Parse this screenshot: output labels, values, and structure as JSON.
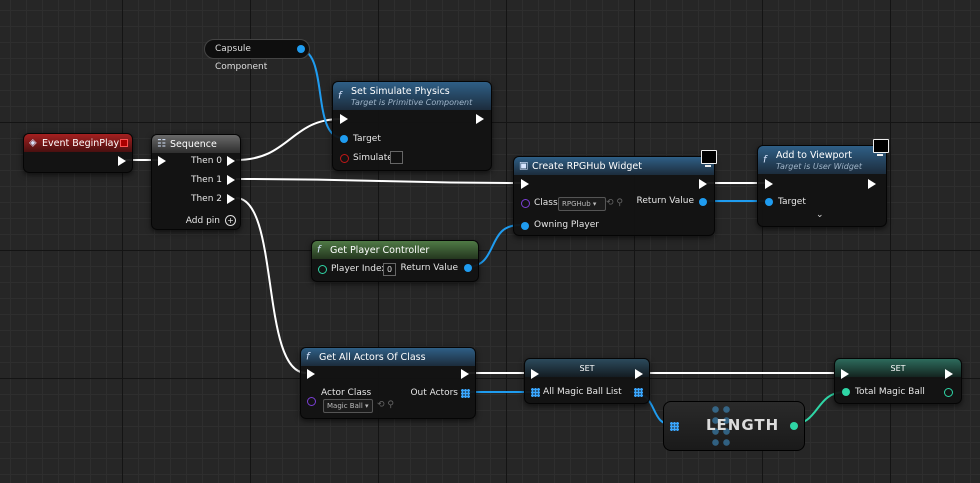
{
  "nodes": {
    "event_begin_play": {
      "title": "Event BeginPlay"
    },
    "capsule_component": {
      "label": "Capsule Component"
    },
    "set_simulate_physics": {
      "title": "Set Simulate Physics",
      "subtitle": "Target is Primitive Component",
      "target": "Target",
      "simulate": "Simulate"
    },
    "sequence": {
      "title": "Sequence",
      "then0": "Then 0",
      "then1": "Then 1",
      "then2": "Then 2",
      "add_pin": "Add pin"
    },
    "create_widget": {
      "title": "Create RPGHub Widget",
      "class": "Class",
      "class_value": "RPGHub",
      "owning_player": "Owning Player",
      "return_value": "Return Value"
    },
    "add_to_viewport": {
      "title": "Add to Viewport",
      "subtitle": "Target is User Widget",
      "target": "Target"
    },
    "get_player_controller": {
      "title": "Get Player Controller",
      "player_index": "Player Index",
      "player_index_value": "0",
      "return_value": "Return Value"
    },
    "get_all_actors": {
      "title": "Get All Actors Of Class",
      "actor_class": "Actor Class",
      "actor_class_value": "Magic Ball",
      "out_actors": "Out Actors"
    },
    "set_magic_ball_list": {
      "title": "SET",
      "var": "All Magic Ball List"
    },
    "length": {
      "title": "LENGTH"
    },
    "set_total_magic_ball": {
      "title": "SET",
      "var": "Total Magic Ball"
    }
  },
  "colors": {
    "exec": "#ffffff",
    "object": "#1f9cf0",
    "class": "#7b3fd6",
    "integer": "#2fd6a6",
    "bool": "#a01010"
  }
}
